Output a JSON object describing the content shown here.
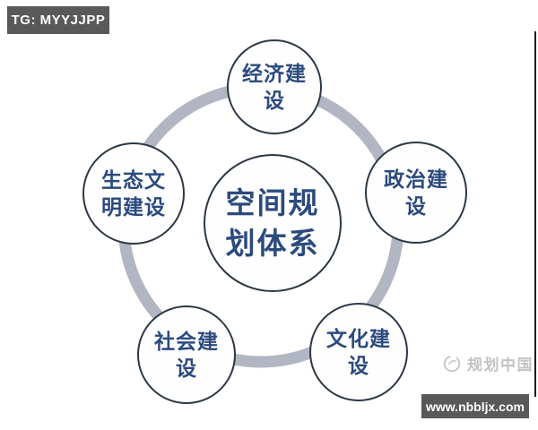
{
  "header_badge": {
    "label": "TG: MYYJJPP"
  },
  "diagram": {
    "title": "空间规划体系",
    "center_node": {
      "label": "空间规划体系",
      "line1": "空间规",
      "line2": "划体系"
    },
    "satellite_nodes": [
      {
        "name": "economic-construction",
        "label": "经济建设",
        "line1": "经济建",
        "line2": "设",
        "position": "top"
      },
      {
        "name": "political-construction",
        "label": "政治建设",
        "line1": "政治建",
        "line2": "设",
        "position": "right"
      },
      {
        "name": "cultural-construction",
        "label": "文化建设",
        "line1": "文化建",
        "line2": "设",
        "position": "bottom-right"
      },
      {
        "name": "social-construction",
        "label": "社会建设",
        "line1": "社会建",
        "line2": "设",
        "position": "bottom-left"
      },
      {
        "name": "ecological-civilization-construction",
        "label": "生态文明建设",
        "line1": "生态文",
        "line2": "明建设",
        "position": "left"
      }
    ],
    "colors": {
      "node_text": "#2b4a7e",
      "node_border": "#2c3845",
      "node_fill": "#fefefe",
      "ring": "#b2b6c3"
    }
  },
  "watermark": {
    "label": "规划中国"
  },
  "footer_badge": {
    "label": "www.nbbljx.com"
  },
  "colors": {
    "badge_background": "#595959",
    "badge_text": "#ffffff"
  }
}
